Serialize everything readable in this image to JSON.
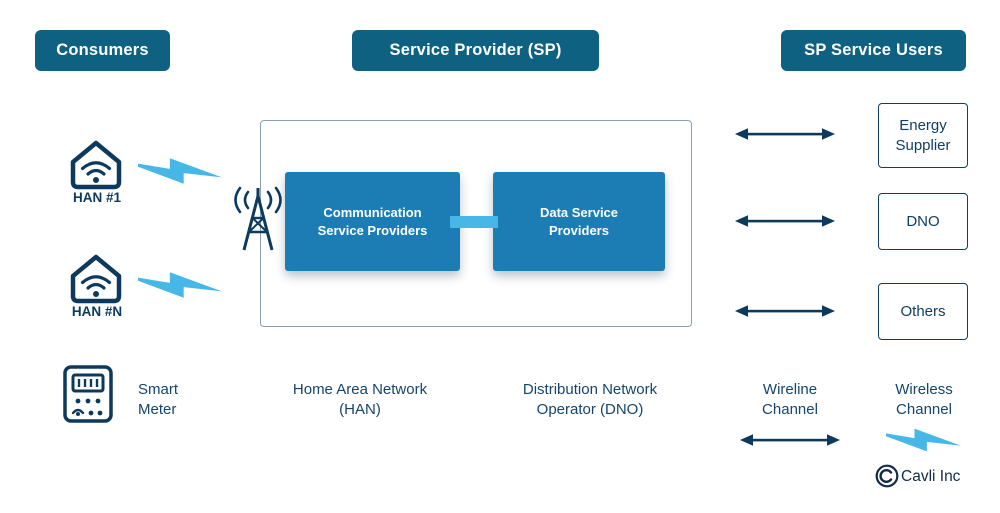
{
  "headers": {
    "consumers": "Consumers",
    "service_provider": "Service Provider (SP)",
    "sp_service_users": "SP Service Users"
  },
  "consumers": {
    "han_1": "HAN #1",
    "han_n": "HAN #N"
  },
  "sp_internal": {
    "communication": "Communication Service Providers",
    "data": "Data Service Providers"
  },
  "service_users": {
    "energy_supplier": "Energy Supplier",
    "dno": "DNO",
    "others": "Others"
  },
  "legend": {
    "smart_meter": "Smart Meter",
    "han": "Home Area Network (HAN)",
    "dno": "Distribution Network Operator (DNO)",
    "wireline": "Wireline Channel",
    "wireless": "Wireless Channel"
  },
  "branding": {
    "company": "Cavli Inc"
  },
  "colors": {
    "header_bg": "#0E6180",
    "box_blue": "#1C7DB4",
    "accent_blue": "#47B7E8",
    "navy": "#0D3A5C"
  }
}
